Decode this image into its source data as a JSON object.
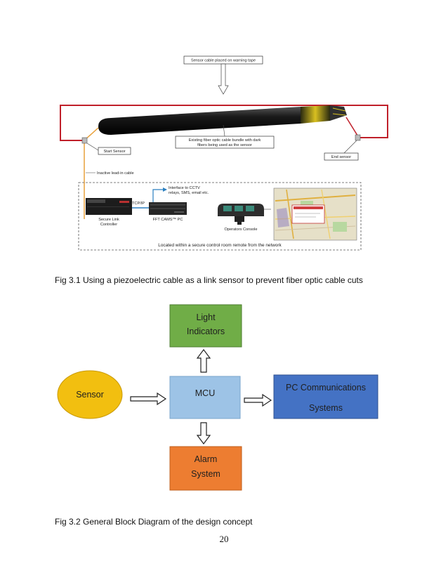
{
  "figure1": {
    "callout_top": "Sensor cable placed on warning tape",
    "callout_bundle": [
      "Existing fiber optic cable bundle with dark",
      "fibers being used as the sensor"
    ],
    "start_sensor": "Start Sensor",
    "end_sensor": "End sensor",
    "lead_in": "Inactive lead-in cable",
    "interface": [
      "Interface to CCTV",
      "relays, SMS, email etc."
    ],
    "tcpip": "TCP/IP",
    "controller": [
      "Secure Link",
      "Controller"
    ],
    "pc": "FFT CAMS™ PC",
    "console": "Operators Console",
    "control_room": "Located within a secure control room remote from the network",
    "colors": {
      "loop": "#c0202a",
      "lead": "#e8a03a",
      "cable": "#111111",
      "ethernet": "#2a7fc0"
    }
  },
  "caption1": "Fig 3.1 Using a piezoelectric cable as a link sensor to prevent fiber optic cable cuts",
  "figure2": {
    "sensor": "Sensor",
    "mcu": "MCU",
    "light": [
      "Light",
      "Indicators"
    ],
    "alarm": [
      "Alarm",
      "System"
    ],
    "pc": [
      "PC Communications",
      "Systems"
    ],
    "colors": {
      "sensor": "#f2bf10",
      "mcu": "#9dc3e6",
      "light": "#70ad47",
      "alarm": "#ed7d31",
      "pc": "#4472c4"
    }
  },
  "caption2": "Fig 3.2 General Block Diagram of the design concept",
  "page_number": "20"
}
